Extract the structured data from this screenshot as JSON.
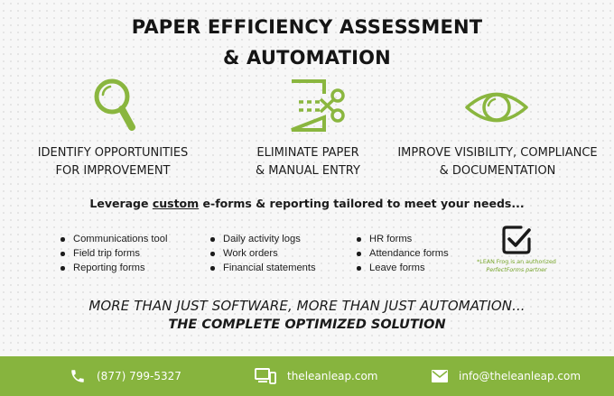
{
  "header": {
    "title_line1": "PAPER EFFICIENCY ASSESSMENT",
    "title_line2": "& AUTOMATION"
  },
  "features": [
    {
      "icon": "magnifying-glass-icon",
      "line1": "IDENTIFY OPPORTUNITIES",
      "line2": "FOR IMPROVEMENT"
    },
    {
      "icon": "document-scissors-icon",
      "line1": "ELIMINATE PAPER",
      "line2": "& MANUAL ENTRY"
    },
    {
      "icon": "eye-icon",
      "line1": "IMPROVE VISIBILITY, COMPLIANCE",
      "line2": "& DOCUMENTATION"
    }
  ],
  "tagline": {
    "before": "Leverage ",
    "emphasis": "custom",
    "after": " e-forms & reporting tailored to meet your needs..."
  },
  "lists": [
    [
      "Communications tool",
      "Field trip forms",
      "Reporting forms"
    ],
    [
      "Daily activity logs",
      "Work orders",
      "Financial statements"
    ],
    [
      "HR forms",
      "Attendance forms",
      "Leave forms"
    ]
  ],
  "partner": {
    "icon": "checkbox-check-icon",
    "line1": "*LEAN Frog is an authorized",
    "line2": "PerfectForms partner"
  },
  "closing": {
    "line1": "MORE THAN JUST SOFTWARE, MORE THAN JUST AUTOMATION...",
    "line2": "THE COMPLETE OPTIMIZED SOLUTION"
  },
  "footer": {
    "phone": "(877) 799-5327",
    "website": "theleanleap.com",
    "email": "info@theleanleap.com"
  },
  "colors": {
    "accent_green": "#87b43e",
    "icon_green": "#8ab63f",
    "text_dark": "#1a1a1a",
    "background": "#f7f7f7"
  }
}
